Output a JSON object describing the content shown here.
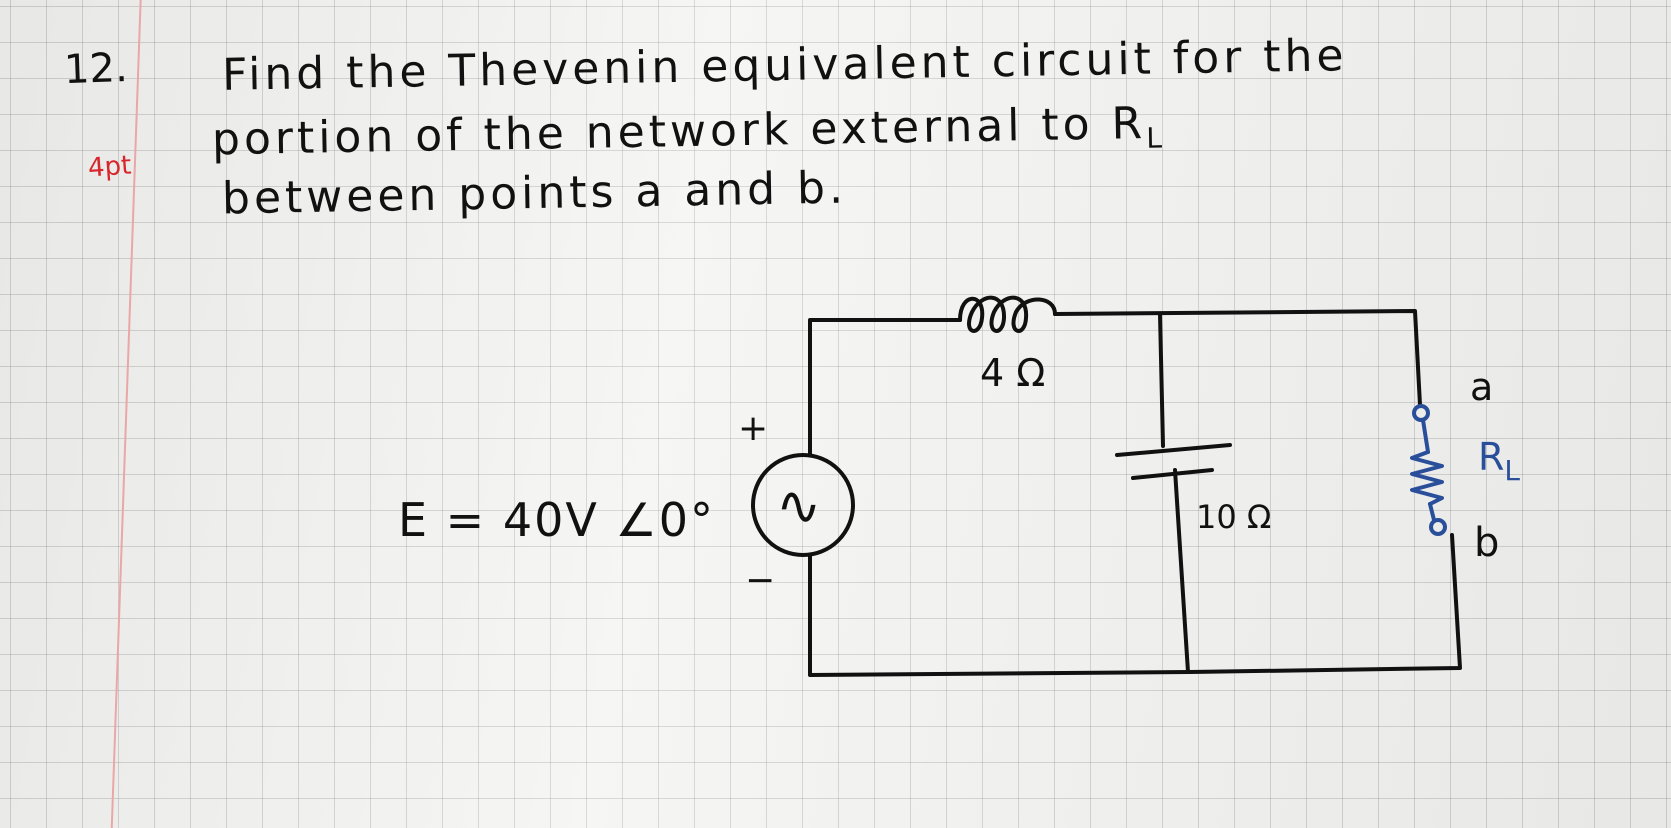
{
  "problem": {
    "number": "12.",
    "points_note": "4pt",
    "statement_lines": [
      "Find the Thevenin equivalent circuit for the",
      "portion of the network external to R",
      "between points a and b."
    ],
    "statement_line2_subscript": "L"
  },
  "circuit": {
    "source_label": "E = 40V ∠0°",
    "source_symbol": "∿",
    "plus_label": "+",
    "minus_label": "−",
    "inductor_label": "4 Ω",
    "capacitor_label": "10 Ω",
    "terminal_a_label": "a",
    "terminal_b_label": "b",
    "load_label": "R",
    "load_label_subscript": "L",
    "colors": {
      "ink": "#111111",
      "load_ink": "#2a4f9a",
      "note_ink": "#d8262c",
      "margin_line": "#e9a7a7"
    }
  }
}
